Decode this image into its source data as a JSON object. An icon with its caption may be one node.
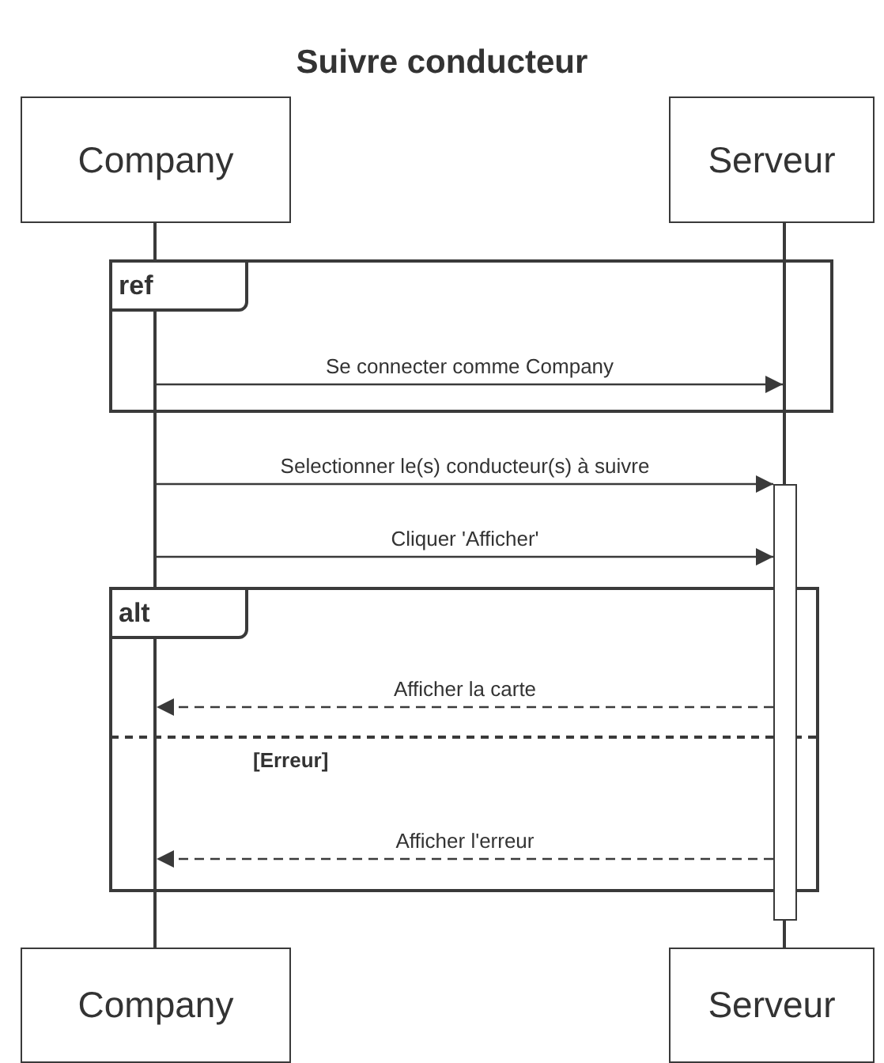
{
  "diagram": {
    "title": "Suivre conducteur",
    "nodes": [
      {
        "text": [
          "Company"
        ]
      },
      {
        "text": [
          "Serveur"
        ]
      },
      {
        "text": [
          "Company"
        ]
      },
      {
        "text": [
          "Serveur"
        ]
      },
      {
        "text": [
          "ref"
        ]
      },
      {
        "text": [
          "alt"
        ]
      },
      {
        "text": [],
        "shape": "bar"
      },
      {
        "text": [],
        "shape": "line"
      },
      {
        "text": [],
        "shape": "line"
      }
    ],
    "edges": [
      {
        "from": 7,
        "to": 8,
        "arrow": "to",
        "label": "Se connecter comme Company"
      },
      {
        "from": 7,
        "to": 6,
        "arrow": "to",
        "label": "Selectionner le(s) conducteur(s) à suivre"
      },
      {
        "from": 7,
        "to": 6,
        "arrow": "to",
        "label": "Cliquer 'Afficher'"
      },
      {
        "from": 6,
        "to": 7,
        "arrow": "to",
        "style": "dashed",
        "label": "Afficher la carte"
      },
      {
        "from": 6,
        "to": 7,
        "arrow": "to",
        "style": "dashed",
        "label": "Afficher l'erreur"
      }
    ],
    "labels": [
      "[Erreur]"
    ]
  }
}
